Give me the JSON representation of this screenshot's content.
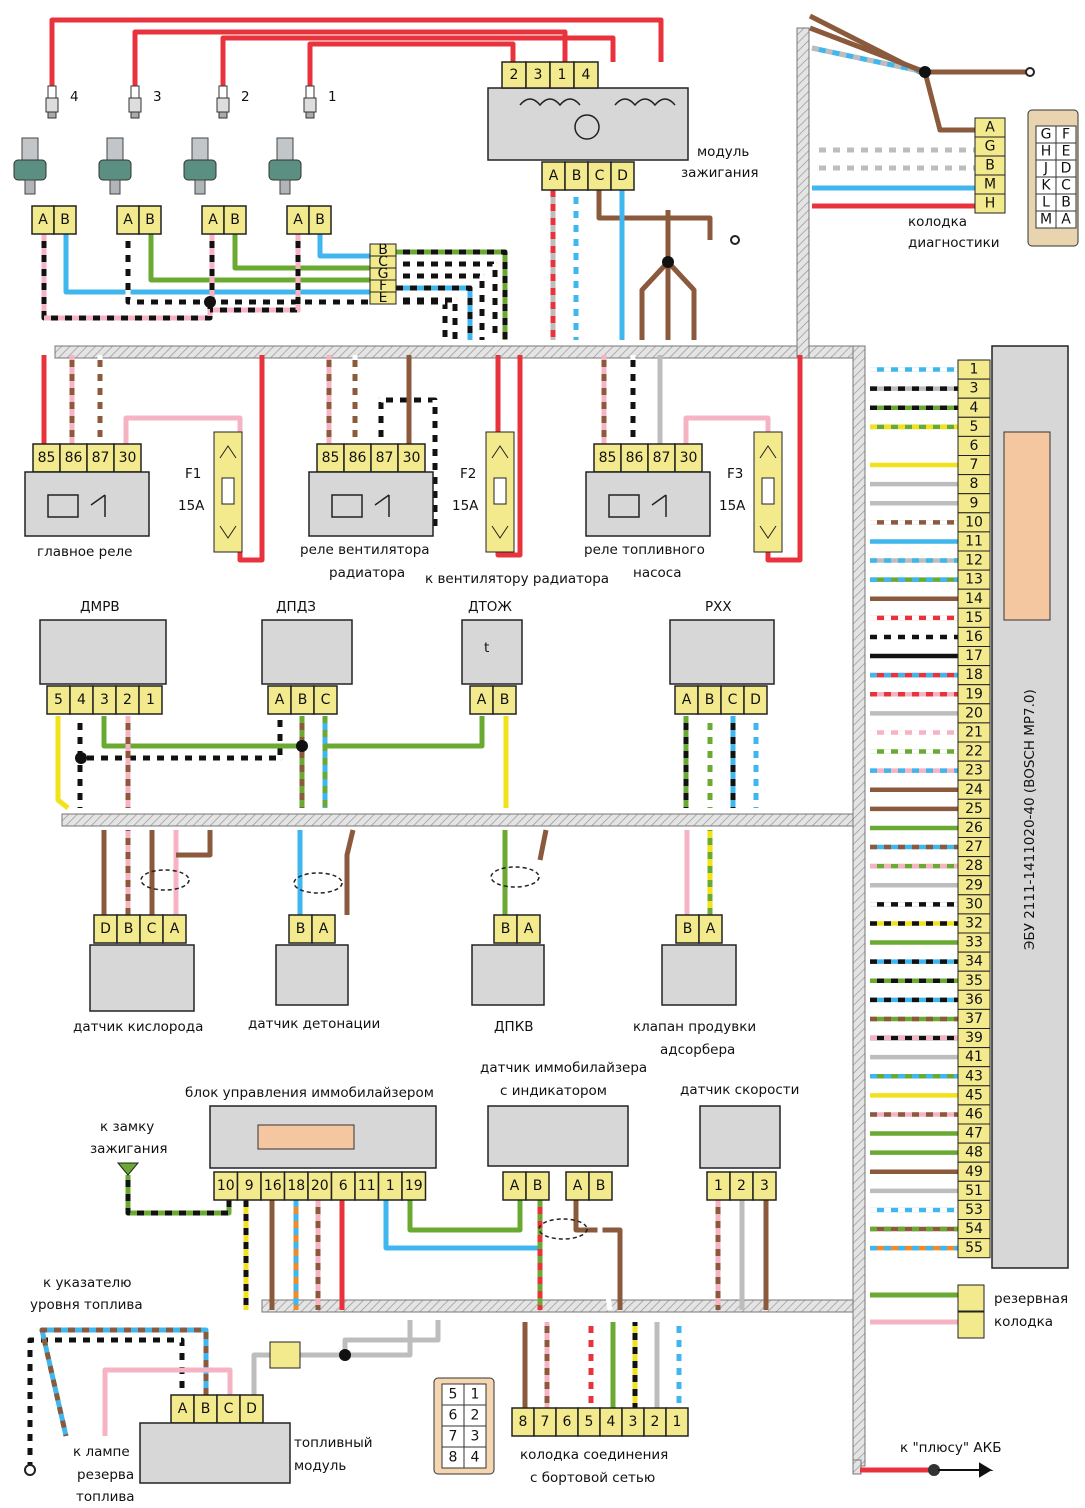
{
  "colors": {
    "red": "#e8333d",
    "brown": "#8b5a3c",
    "blue": "#3fb6ee",
    "green": "#6aaa32",
    "yellow": "#f2e21c",
    "pink": "#f5b3c4",
    "black": "#111111",
    "white": "#ffffff",
    "grey": "#bdbdbd",
    "orange": "#f08a2a",
    "connector": "#f3e98d",
    "component": "#d7d7d7",
    "harness": "#dcdcdc"
  },
  "spark_plugs": [
    "4",
    "3",
    "2",
    "1"
  ],
  "injector_pins": [
    "A",
    "B"
  ],
  "ignition_module": {
    "title_line1": "модуль",
    "title_line2": "зажигания",
    "top_pins": [
      "2",
      "3",
      "1",
      "4"
    ],
    "bottom_pins": [
      "A",
      "B",
      "C",
      "D"
    ]
  },
  "injector_splice": {
    "pins": [
      "B",
      "C",
      "G",
      "F",
      "E"
    ]
  },
  "diagnostic": {
    "pins": [
      "A",
      "G",
      "B",
      "M",
      "H"
    ],
    "title_line1": "колодка",
    "title_line2": "диагностики",
    "socket": [
      [
        "G",
        "F"
      ],
      [
        "H",
        "E"
      ],
      [
        "J",
        "D"
      ],
      [
        "K",
        "C"
      ],
      [
        "L",
        "B"
      ],
      [
        "M",
        "A"
      ]
    ]
  },
  "relays": [
    {
      "id": "main",
      "pins": [
        "85",
        "86",
        "87",
        "30"
      ],
      "label_line1": "главное реле",
      "label_line2": ""
    },
    {
      "id": "fan",
      "pins": [
        "85",
        "86",
        "87",
        "30"
      ],
      "label_line1": "реле вентилятора",
      "label_line2": "радиатора"
    },
    {
      "id": "fuel",
      "pins": [
        "85",
        "86",
        "87",
        "30"
      ],
      "label_line1": "реле топливного",
      "label_line2": "насоса"
    }
  ],
  "fuses": [
    {
      "name": "F1",
      "rating": "15A"
    },
    {
      "name": "F2",
      "rating": "15A"
    },
    {
      "name": "F3",
      "rating": "15A"
    }
  ],
  "fan_note": "к вентилятору радиатора",
  "sensors_row1": [
    {
      "id": "dmrv",
      "title": "ДМРВ",
      "pins": [
        "5",
        "4",
        "3",
        "2",
        "1"
      ]
    },
    {
      "id": "dpdz",
      "title": "ДПДЗ",
      "pins": [
        "A",
        "B",
        "C"
      ]
    },
    {
      "id": "dtozh",
      "title": "ДТОЖ",
      "pins": [
        "A",
        "B"
      ],
      "symbol": "t"
    },
    {
      "id": "rxx",
      "title": "РХХ",
      "pins": [
        "A",
        "B",
        "C",
        "D"
      ]
    }
  ],
  "sensors_row2": [
    {
      "id": "o2",
      "pins": [
        "D",
        "B",
        "C",
        "A"
      ],
      "label_line1": "датчик кислорода",
      "label_line2": ""
    },
    {
      "id": "knock",
      "pins": [
        "B",
        "A"
      ],
      "label_line1": "датчик детонации",
      "label_line2": ""
    },
    {
      "id": "dpkv",
      "pins": [
        "B",
        "A"
      ],
      "label_line1": "ДПКВ",
      "label_line2": ""
    },
    {
      "id": "purge",
      "pins": [
        "B",
        "A"
      ],
      "label_line1": "клапан продувки",
      "label_line2": "адсорбера"
    }
  ],
  "immo": {
    "title": "блок управления иммобилайзером",
    "pins": [
      "10",
      "9",
      "16",
      "18",
      "20",
      "6",
      "11",
      "1",
      "19"
    ],
    "to_ign_line1": "к замку",
    "to_ign_line2": "зажигания"
  },
  "immo_sensor": {
    "title_line1": "датчик иммобилайзера",
    "title_line2": "с индикатором",
    "pins_left": [
      "A",
      "B"
    ],
    "pins_right": [
      "A",
      "B"
    ]
  },
  "speed": {
    "title": "датчик скорости",
    "pins": [
      "1",
      "2",
      "3"
    ]
  },
  "fuel_gauge": {
    "line1": "к указателю",
    "line2": "уровня топлива"
  },
  "fuel_lamp": {
    "line1": "к лампе",
    "line2": "резерва",
    "line3": "топлива"
  },
  "fuel_module": {
    "pins": [
      "A",
      "B",
      "C",
      "D"
    ],
    "label_line1": "топливный",
    "label_line2": "модуль"
  },
  "board_conn": {
    "pins": [
      "8",
      "7",
      "6",
      "5",
      "4",
      "3",
      "2",
      "1"
    ],
    "label_line1": "колодка соединения",
    "label_line2": "с бортовой сетью",
    "socket": [
      [
        "5",
        "1"
      ],
      [
        "6",
        "2"
      ],
      [
        "7",
        "3"
      ],
      [
        "8",
        "4"
      ]
    ]
  },
  "reserve": {
    "line1": "резервная",
    "line2": "колодка"
  },
  "battery": "к \"плюсу\" АКБ",
  "ecu": {
    "label": "ЭБУ 2111-1411020-40 (BOSCH MP7.0)",
    "pins": [
      "1",
      "3",
      "4",
      "5",
      "6",
      "7",
      "8",
      "9",
      "10",
      "11",
      "12",
      "13",
      "14",
      "15",
      "16",
      "17",
      "18",
      "19",
      "20",
      "21",
      "22",
      "23",
      "24",
      "25",
      "26",
      "27",
      "28",
      "29",
      "30",
      "32",
      "33",
      "34",
      "35",
      "36",
      "37",
      "39",
      "41",
      "43",
      "45",
      "46",
      "47",
      "48",
      "49",
      "51",
      "53",
      "54",
      "55"
    ]
  }
}
